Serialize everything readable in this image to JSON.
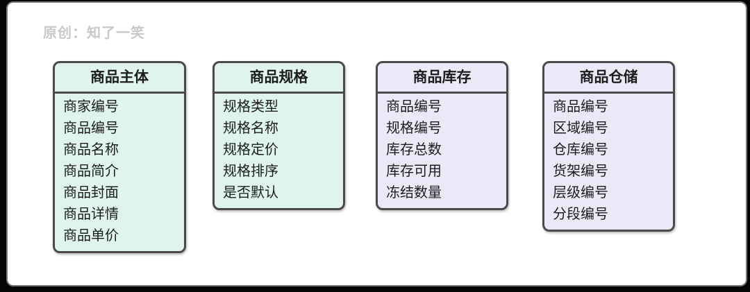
{
  "page": {
    "watermark": "原创：知了一笑"
  },
  "diagram": {
    "colors": {
      "green": "#dff4ef",
      "purple": "#ede8f8",
      "border": "#4a4a4a",
      "text": "#1c1c1c",
      "watermark": "#c8c8c8"
    },
    "tables": [
      {
        "title": "商品主体",
        "theme": "green",
        "fields": [
          "商家编号",
          "商品编号",
          "商品名称",
          "商品简介",
          "商品封面",
          "商品详情",
          "商品单价"
        ]
      },
      {
        "title": "商品规格",
        "theme": "green",
        "fields": [
          "规格类型",
          "规格名称",
          "规格定价",
          "规格排序",
          "是否默认"
        ]
      },
      {
        "title": "商品库存",
        "theme": "purple",
        "fields": [
          "商品编号",
          "规格编号",
          "库存总数",
          "库存可用",
          "冻结数量"
        ]
      },
      {
        "title": "商品仓储",
        "theme": "purple",
        "fields": [
          "商品编号",
          "区域编号",
          "仓库编号",
          "货架编号",
          "层级编号",
          "分段编号"
        ]
      }
    ]
  }
}
